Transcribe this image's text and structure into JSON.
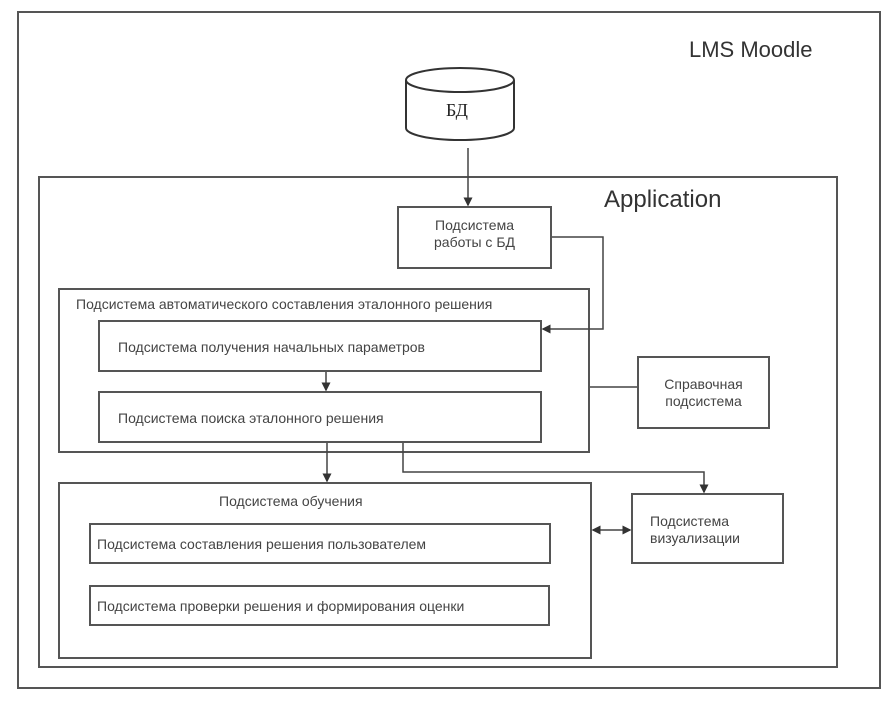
{
  "diagram": {
    "outer_container": {
      "label": "LMS Moodle"
    },
    "database": {
      "label": "БД"
    },
    "application": {
      "label": "Application"
    },
    "db_subsystem": {
      "line1": "Подсистема",
      "line2": "работы с БД"
    },
    "auto_solution": {
      "label": "Подсистема автоматического составления эталонного решения",
      "children": [
        {
          "label": "Подсистема получения начальных параметров"
        },
        {
          "label": "Подсистема поиска эталонного решения"
        }
      ]
    },
    "reference_subsystem": {
      "line1": "Справочная",
      "line2": "подсистема"
    },
    "learning": {
      "label": "Подсистема обучения",
      "children": [
        {
          "label": "Подсистема составления решения пользователем"
        },
        {
          "label": "Подсистема проверки решения и формирования оценки"
        }
      ]
    },
    "visualization": {
      "line1": "Подсистема",
      "line2": "визуализации"
    },
    "colors": {
      "line": "#555555",
      "text": "#444444",
      "background": "#ffffff"
    }
  }
}
